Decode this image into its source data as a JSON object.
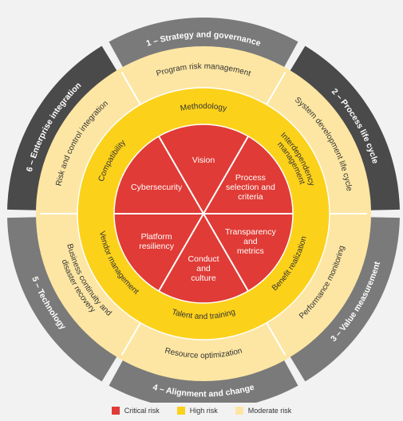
{
  "colors": {
    "outer_ring": "#7a7a7a",
    "outer_ring_alt": "#4a4a4a",
    "moderate": "#fde6a3",
    "high": "#fcd11a",
    "critical": "#e03b36",
    "background": "#f2f2f2"
  },
  "outer_ring": [
    {
      "label": "1 – Strategy and governance"
    },
    {
      "label": "2 – Process life cycle"
    },
    {
      "label": "3 – Value measurement"
    },
    {
      "label": "4 – Alignment and change"
    },
    {
      "label": "5 – Technology"
    },
    {
      "label": "6 – Enterprise integration"
    }
  ],
  "moderate_ring": [
    {
      "lines": [
        "Program risk management"
      ]
    },
    {
      "lines": [
        "System development life cycle"
      ]
    },
    {
      "lines": [
        "Performance monitoring"
      ]
    },
    {
      "lines": [
        "Resource optimization"
      ]
    },
    {
      "lines": [
        "Business continuity and",
        "disaster recovery"
      ]
    },
    {
      "lines": [
        "Risk and control integration"
      ]
    }
  ],
  "high_ring": [
    {
      "lines": [
        "Methodology"
      ]
    },
    {
      "lines": [
        "Interdependency",
        "management"
      ]
    },
    {
      "lines": [
        "Benefit realization"
      ]
    },
    {
      "lines": [
        "Talent and training"
      ]
    },
    {
      "lines": [
        "Vendor management"
      ]
    },
    {
      "lines": [
        "Compatibility"
      ]
    }
  ],
  "core": [
    {
      "lines": [
        "Vision"
      ]
    },
    {
      "lines": [
        "Process",
        "selection and",
        "criteria"
      ]
    },
    {
      "lines": [
        "Transparency",
        "and",
        "metrics"
      ]
    },
    {
      "lines": [
        "Conduct",
        "and",
        "culture"
      ]
    },
    {
      "lines": [
        "Platform",
        "resiliency"
      ]
    },
    {
      "lines": [
        "Cybersecurity"
      ]
    }
  ],
  "legend": [
    {
      "label": "Critical risk",
      "color": "#e03b36"
    },
    {
      "label": "High risk",
      "color": "#fcd11a"
    },
    {
      "label": "Moderate risk",
      "color": "#fde6a3"
    }
  ]
}
